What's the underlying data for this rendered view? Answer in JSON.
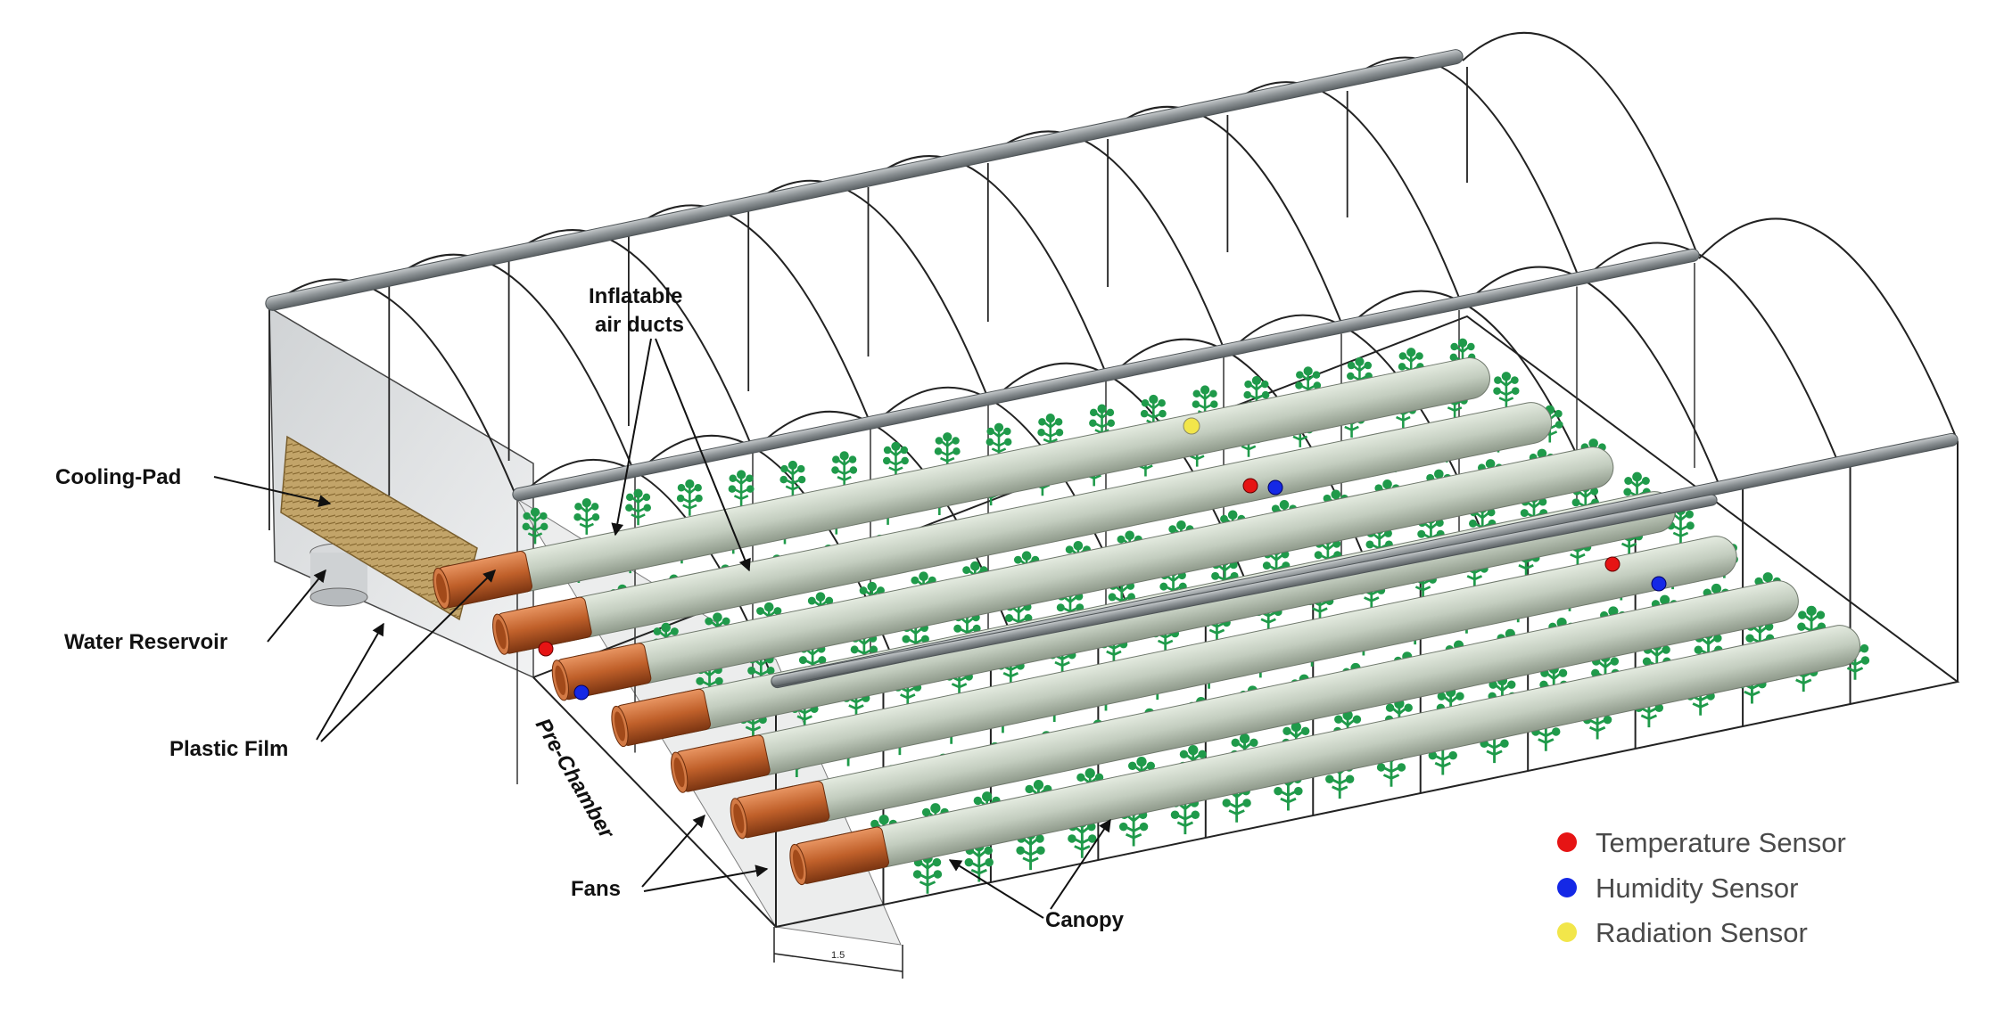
{
  "labels": {
    "inflatable_line1": "Inflatable",
    "inflatable_line2": "air ducts",
    "cooling_pad": "Cooling-Pad",
    "water_reservoir": "Water Reservoir",
    "plastic_film": "Plastic Film",
    "pre_chamber": "Pre-Chamber",
    "fans": "Fans",
    "canopy": "Canopy",
    "dimension": "1.5"
  },
  "legend": [
    {
      "label": "Temperature Sensor",
      "color": "#e61414"
    },
    {
      "label": "Humidity Sensor",
      "color": "#1428e6"
    },
    {
      "label": "Radiation Sensor",
      "color": "#f2e64a"
    }
  ],
  "colors": {
    "plant": "#1f9a4a",
    "duct": "#c9d2c4",
    "fan": "#c9652e",
    "frame": "#222222",
    "beam": "#8c9296",
    "pad": "#b79a5f"
  }
}
